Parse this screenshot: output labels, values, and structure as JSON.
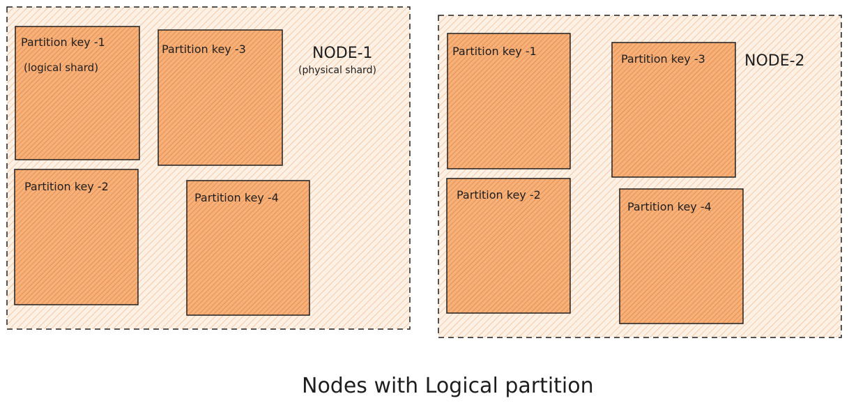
{
  "nodes": [
    {
      "name": "NODE-1",
      "subtitle": "(physical shard)",
      "partitions": [
        {
          "label": "Partition key -1",
          "sublabel": "(logical shard)"
        },
        {
          "label": "Partition key -3"
        },
        {
          "label": "Partition key -2"
        },
        {
          "label": "Partition key -4"
        }
      ]
    },
    {
      "name": "NODE-2",
      "partitions": [
        {
          "label": "Partition key -1"
        },
        {
          "label": "Partition key -3"
        },
        {
          "label": "Partition key -2"
        },
        {
          "label": "Partition key -4"
        }
      ]
    }
  ],
  "caption": "Nodes with Logical partition",
  "colors": {
    "node_fill": "#fbe3cf",
    "node_hatch": "#f2a56a",
    "partition_fill": "#f4a66c",
    "partition_hatch": "#e8853f",
    "stroke": "#1e1e1e"
  }
}
